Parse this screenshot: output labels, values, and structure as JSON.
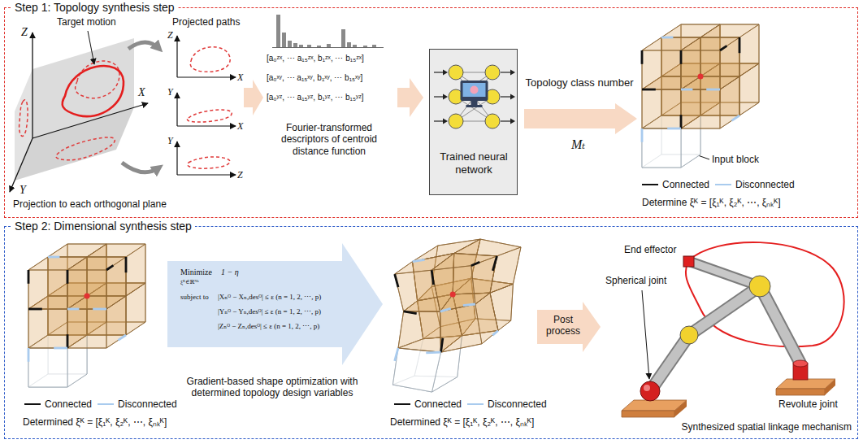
{
  "diagram": {
    "nodes": [
      {
        "text": [
          "Step 1: Topology synthesis step"
        ]
      },
      {
        "text": [
          "Trained neural network"
        ],
        "in": 0
      },
      {
        "text": [
          "Topology class number",
          "Mₜ"
        ],
        "in": 0
      },
      {
        "text": [
          "Step 2: Dimensional synthesis step"
        ]
      },
      {
        "text": [
          "Minimize",
          "1 − η",
          "ξᴷ∈ℝᴺᵏ",
          "subject to",
          "|Xₙᴼ − Xₙ,desᴼ| ≤ ε (n = 1, 2, ⋯, p)",
          "|Yₙᴼ − Yₙ,desᴼ| ≤ ε (n = 1, 2, ⋯, p)",
          "|Zₙᴼ − Zₙ,desᴼ| ≤ ε (n = 1, 2, ⋯, p)"
        ],
        "in": 3
      },
      {
        "text": [
          "Post process"
        ],
        "in": 3
      }
    ],
    "labels": [
      "Target motion",
      "Z",
      "X",
      "Y",
      "Projected paths",
      "Z",
      "X",
      "Y",
      "X",
      "Y",
      "Z",
      "Projection to each orthogonal plane",
      "[a₀ᶻˣ, ⋯ a₁₅ᶻˣ, b₁ᶻˣ, ⋯ b₁₅ᶻˣ]",
      "[a₀ˣʸ, ⋯ a₁₅ˣʸ, b₁ˣʸ, ⋯ b₁₅ˣʸ]",
      "[a₀ʸᶻ, ⋯ a₁₅ʸᶻ, b₁ʸᶻ, ⋯ b₁₅ʸᶻ]",
      "Fourier-transformed descriptors of centroid distance function",
      "Input block",
      "Determine ξᴷ = [ξ₁ᴷ, ξ₂ᴷ, ⋯, ξₙₖᴷ]",
      "Determined ξᴷ = [ξ₁ᴷ, ξ₂ᴷ, ⋯, ξₙₖᴷ]",
      "Gradient-based shape optimization with determined topology design variables",
      "Determined ξᴷ = [ξ₁ᴷ, ξ₂ᴷ, ⋯, ξₙₖᴷ]",
      "End effector",
      "Spherical joint",
      "Revolute joint",
      "Synthesized spatial linkage mechanism"
    ],
    "legend": [
      {
        "text": "Connected"
      },
      {
        "text": "Disconnected"
      },
      {
        "text": "Connected"
      },
      {
        "text": "Disconnected"
      },
      {
        "text": "Connected"
      },
      {
        "text": "Disconnected"
      }
    ]
  }
}
